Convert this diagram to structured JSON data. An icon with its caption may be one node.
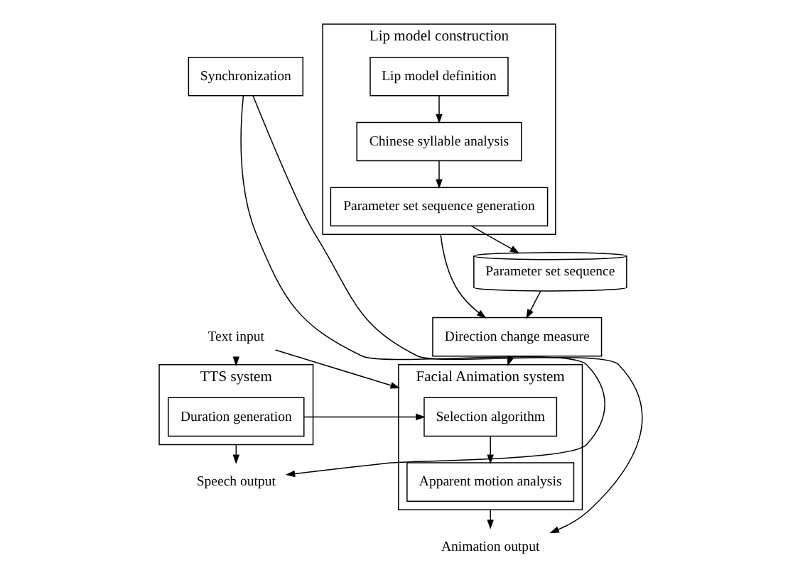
{
  "diagram": {
    "nodes": [
      {
        "text": [
          "Text input"
        ]
      },
      {
        "text": [
          "TTS system"
        ]
      },
      {
        "text": [
          "Duration generation"
        ],
        "in": 1
      },
      {
        "text": [
          "Facial Animation system"
        ]
      },
      {
        "text": [
          "Selection algorithm"
        ],
        "in": 3
      },
      {
        "text": [
          "Apparent motion analysis"
        ],
        "in": 3
      },
      {
        "text": [
          "Direction change measure"
        ]
      },
      {
        "text": [
          "Lip model construction"
        ]
      },
      {
        "text": [
          "Lip model definition"
        ],
        "in": 7
      },
      {
        "text": [
          "Chinese syllable analysis"
        ],
        "in": 7
      },
      {
        "text": [
          "Parameter set sequence generation"
        ],
        "in": 7
      },
      {
        "text": [
          "Parameter set sequence"
        ]
      },
      {
        "text": [
          "Synchronization"
        ]
      },
      {
        "text": [
          "Speech output"
        ]
      },
      {
        "text": [
          "Animation output"
        ]
      }
    ],
    "edges": [
      {
        "from": 0,
        "to": 1,
        "arrow": "to"
      },
      {
        "from": 0,
        "to": 3,
        "arrow": "to"
      },
      {
        "from": 2,
        "to": 4,
        "arrow": "to"
      },
      {
        "from": 4,
        "to": 5,
        "arrow": "to"
      },
      {
        "from": 6,
        "to": 3,
        "arrow": "to"
      },
      {
        "from": 7,
        "to": 6,
        "arrow": "to"
      },
      {
        "from": 8,
        "to": 9,
        "arrow": "to"
      },
      {
        "from": 9,
        "to": 10,
        "arrow": "to"
      },
      {
        "from": 10,
        "to": 11,
        "arrow": "to"
      },
      {
        "from": 11,
        "to": 6,
        "arrow": "to"
      },
      {
        "from": 1,
        "to": 13,
        "arrow": "to"
      },
      {
        "from": 3,
        "to": 14,
        "arrow": "to"
      },
      {
        "from": 12,
        "to": 13,
        "arrow": "to"
      },
      {
        "from": 12,
        "to": 14,
        "arrow": "to"
      }
    ]
  }
}
